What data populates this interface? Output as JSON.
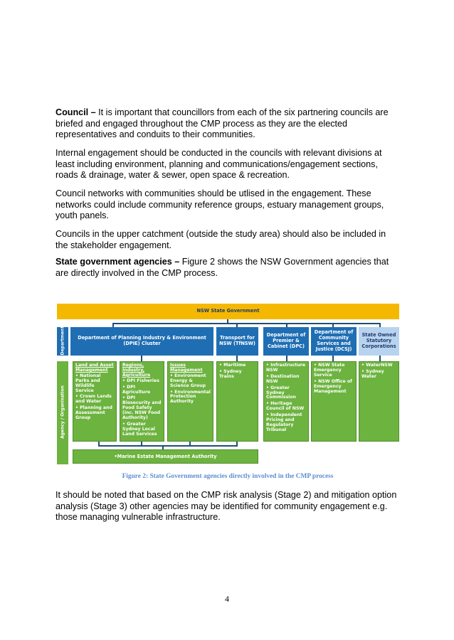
{
  "paragraphs": {
    "council_lead": "Council –",
    "council_body": " It is important that councillors from each of the six partnering councils are briefed and engaged throughout the CMP process as they are the elected representatives and conduits to their communities.",
    "internal": "Internal engagement should be conducted in the councils with relevant divisions at least including environment, planning and communications/engagement sections, roads & drainage, water & sewer, open space & recreation.",
    "networks": "Council networks with communities should be utlised in the engagement. These networks could include community reference groups, estuary management groups, youth panels.",
    "upper": "Councils in the upper catchment (outside the study area) should also be included in the stakeholder engagement.",
    "state_lead": "State government agencies –",
    "state_body": "  Figure 2 shows the NSW Government agencies that are directly involved in the CMP process.",
    "note": "It should be noted that based on the CMP risk analysis (Stage 2) and mitigation option analysis (Stage 3) other agencies may be identified for community engagement e.g. those managing vulnerable infrastructure."
  },
  "diagram": {
    "top": "NSW State Government",
    "dept_label": "Department",
    "agency_label": "Agency / Organisation",
    "depts": {
      "dpie": "Department of Planning Industry & Environment (DPIE) Cluster",
      "tfnsw": "Transport for NSW (TfNSW)",
      "dpc": "Department of Premier & Cabinet (DPC)",
      "dcsj": "Department of Community Services and Justice (DCSJ)",
      "soc": "State Owned Statutory Corporations"
    },
    "groups": {
      "lands": {
        "title": "Land and Asset Management",
        "items": [
          "• National Parks and Wildlife Service",
          "• Crown Lands and Water",
          "• Planning and Assessment Group"
        ]
      },
      "regions": {
        "title": "Regions, Industry, Agriculture",
        "items": [
          "• DPI Fisheries",
          "• DPI Agriculture",
          "• DPI Biosecurity and Food Safety (inc. NSW Food Authority)",
          "• Greater Sydney Local Land Services"
        ]
      },
      "issues": {
        "title": "Issues Management",
        "items": [
          "• Environment Energy & Science Group",
          "• Environmental Protection Authority"
        ]
      },
      "transport": {
        "items": [
          "• Maritime",
          "• Sydney Trains"
        ]
      },
      "dpc": {
        "items": [
          "• Infrastructure NSW",
          "• Destination NSW",
          "• Greater Sydney Commission",
          "• Heritage Council of NSW",
          "• Independent Pricing and Regulatory Tribunal"
        ]
      },
      "dcsj": {
        "items": [
          "• NSW State Emergency Service",
          "• NSW Office of Emergency Management"
        ]
      },
      "soc": {
        "items": [
          "• WaterNSW",
          "• Sydney Water"
        ]
      }
    },
    "bottom": "•Marine Estate Management Authority",
    "colors": {
      "gold": "#f5b800",
      "blue": "#1f6eb4",
      "lightblue": "#b8d3ee",
      "green": "#6db33f"
    }
  },
  "caption": "Figure 2: State Government agencies directly involved in the CMP process",
  "page_number": "4"
}
